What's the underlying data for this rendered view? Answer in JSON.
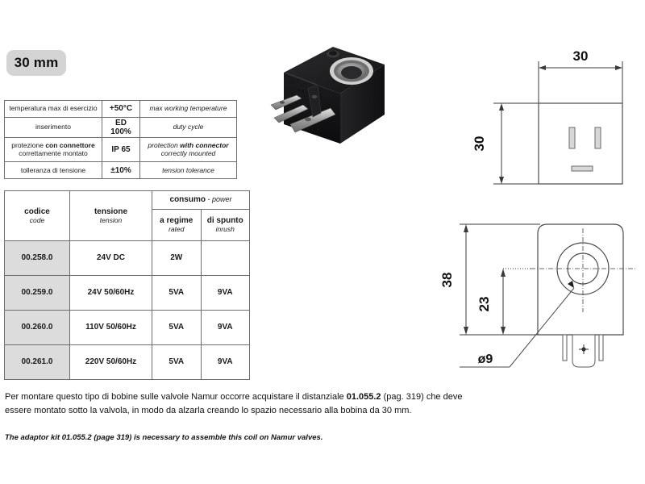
{
  "badge": {
    "label": "30 mm"
  },
  "specs_table": {
    "rows": [
      {
        "it": "temperatura max di esercizio",
        "it_bold": "",
        "value": "+50°C",
        "en": "max working temperature",
        "en_bold": ""
      },
      {
        "it": "inserimento",
        "it_bold": "",
        "value": "ED 100%",
        "en": "duty cycle",
        "en_bold": ""
      },
      {
        "it_prefix": "protezione ",
        "it_bold": "con connettore",
        "it_suffix": "correttamente montato",
        "value": "IP 65",
        "en_prefix": "protection ",
        "en_bold": "with connector",
        "en_suffix": "correctly mounted"
      },
      {
        "it": "tolleranza di tensione",
        "it_bold": "",
        "value": "±10%",
        "en": "tension tolerance",
        "en_bold": ""
      }
    ]
  },
  "code_table": {
    "headers": {
      "code_it": "codice",
      "code_en": "code",
      "tension_it": "tensione",
      "tension_en": "tension",
      "power_it": "consumo",
      "power_sep": " - ",
      "power_en": "power",
      "rated_it": "a regime",
      "rated_en": "rated",
      "inrush_it": "di spunto",
      "inrush_en": "inrush"
    },
    "rows": [
      {
        "code": "00.258.0",
        "tension": "24V DC",
        "rated": "2W",
        "inrush": ""
      },
      {
        "code": "00.259.0",
        "tension": "24V 50/60Hz",
        "rated": "5VA",
        "inrush": "9VA"
      },
      {
        "code": "00.260.0",
        "tension": "110V 50/60Hz",
        "rated": "5VA",
        "inrush": "9VA"
      },
      {
        "code": "00.261.0",
        "tension": "220V 50/60Hz",
        "rated": "5VA",
        "inrush": "9VA"
      }
    ]
  },
  "notes": {
    "italian_part1": "Per montare questo tipo di bobine sulle valvole Namur occorre acquistare il distanziale ",
    "italian_code": "01.055.2",
    "italian_part2": " (pag. 319) che deve essere montato sotto la valvola, in modo da alzarla creando lo spazio necessario alla bobina da 30 mm.",
    "english_part1": "The adaptor kit ",
    "english_code": "01.055.2",
    "english_part2": " (page 319) is necessary to assemble this coil on Namur valves."
  },
  "drawings": {
    "front": {
      "width_dim": "30",
      "height_dim": "30"
    },
    "side": {
      "total_height_dim": "38",
      "hole_height_dim": "23",
      "hole_diameter_dim": "ø9"
    }
  },
  "colors": {
    "badge_bg": "#d4d4d4",
    "table_border": "#6e6e6e",
    "shade_cell": "#dcdcdc",
    "line": "#3a3a3a",
    "body_dark": "#1c1c1c"
  }
}
